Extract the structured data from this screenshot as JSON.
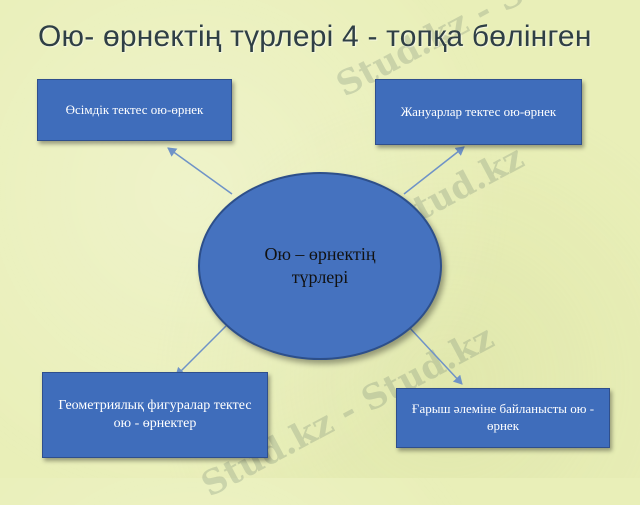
{
  "title": "Ою- өрнектің түрлері 4 - топқа бөлінген",
  "center": {
    "line1": "Ою – өрнектің",
    "line2": "түрлері"
  },
  "boxes": {
    "top_left": "Өсімдік тектес ою-өрнек",
    "top_right": "Жануарлар тектес ою-өрнек",
    "bottom_left": "Геометриялық фигуралар тектес ою - өрнектер",
    "bottom_right": "Ғарыш әлеміне байланысты ою - өрнек"
  },
  "watermark_text": "Stud.kz - Stud.kz",
  "colors": {
    "background": "#e9efb8",
    "box_fill": "#3f6dbb",
    "ellipse_fill": "#4572bf",
    "arrow": "#6f93c7",
    "title": "#2f3f45"
  }
}
